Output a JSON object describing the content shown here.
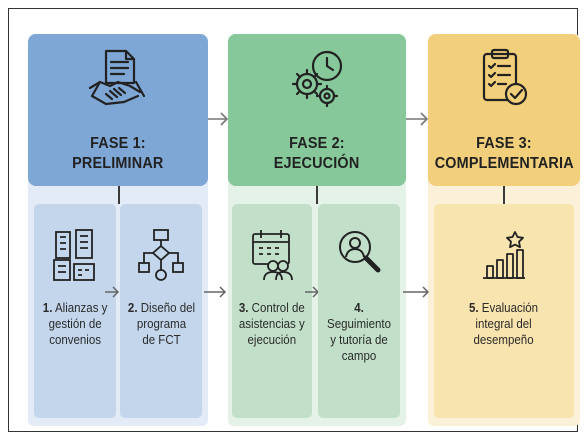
{
  "phases": [
    {
      "title_line1": "FASE 1:",
      "title_line2": "PRELIMINAR",
      "icon": "handshake-document-icon",
      "color": "#7fa7d6"
    },
    {
      "title_line1": "FASE 2:",
      "title_line2": "EJECUCIÓN",
      "icon": "gears-clock-icon",
      "color": "#86c89a"
    },
    {
      "title_line1": "FASE 3:",
      "title_line2": "COMPLEMENTARIA",
      "icon": "clipboard-check-icon",
      "color": "#f2cf7a"
    }
  ],
  "steps": [
    {
      "number": "1.",
      "text_line1": "Alianzas y",
      "text_line2": "gestión de",
      "text_line3": "convenios",
      "icon": "buildings-icon"
    },
    {
      "number": "2.",
      "text_line1": "Diseño del",
      "text_line2": "programa",
      "text_line3": "de FCT",
      "icon": "flowchart-icon"
    },
    {
      "number": "3.",
      "text_line1": "Control de",
      "text_line2": "asistencias y",
      "text_line3": "ejecución",
      "icon": "calendar-people-icon"
    },
    {
      "number": "4.",
      "text_line1": "Seguimiento",
      "text_line2": "y tutoría de",
      "text_line3": "campo",
      "icon": "magnifier-person-icon"
    },
    {
      "number": "5.",
      "text_line1": "Evaluación",
      "text_line2": "integral del",
      "text_line3": "desempeño",
      "icon": "bar-chart-star-icon"
    }
  ],
  "colors": {
    "blue_head": "#7fa7d6",
    "blue_bg": "#e3ecf6",
    "blue_card": "#c3d6ec",
    "green_head": "#86c89a",
    "green_bg": "#e5f2e7",
    "green_card": "#c2e0c9",
    "yellow_head": "#f2cf7a",
    "yellow_bg": "#fbf1d8",
    "yellow_card": "#f8e4ae"
  }
}
